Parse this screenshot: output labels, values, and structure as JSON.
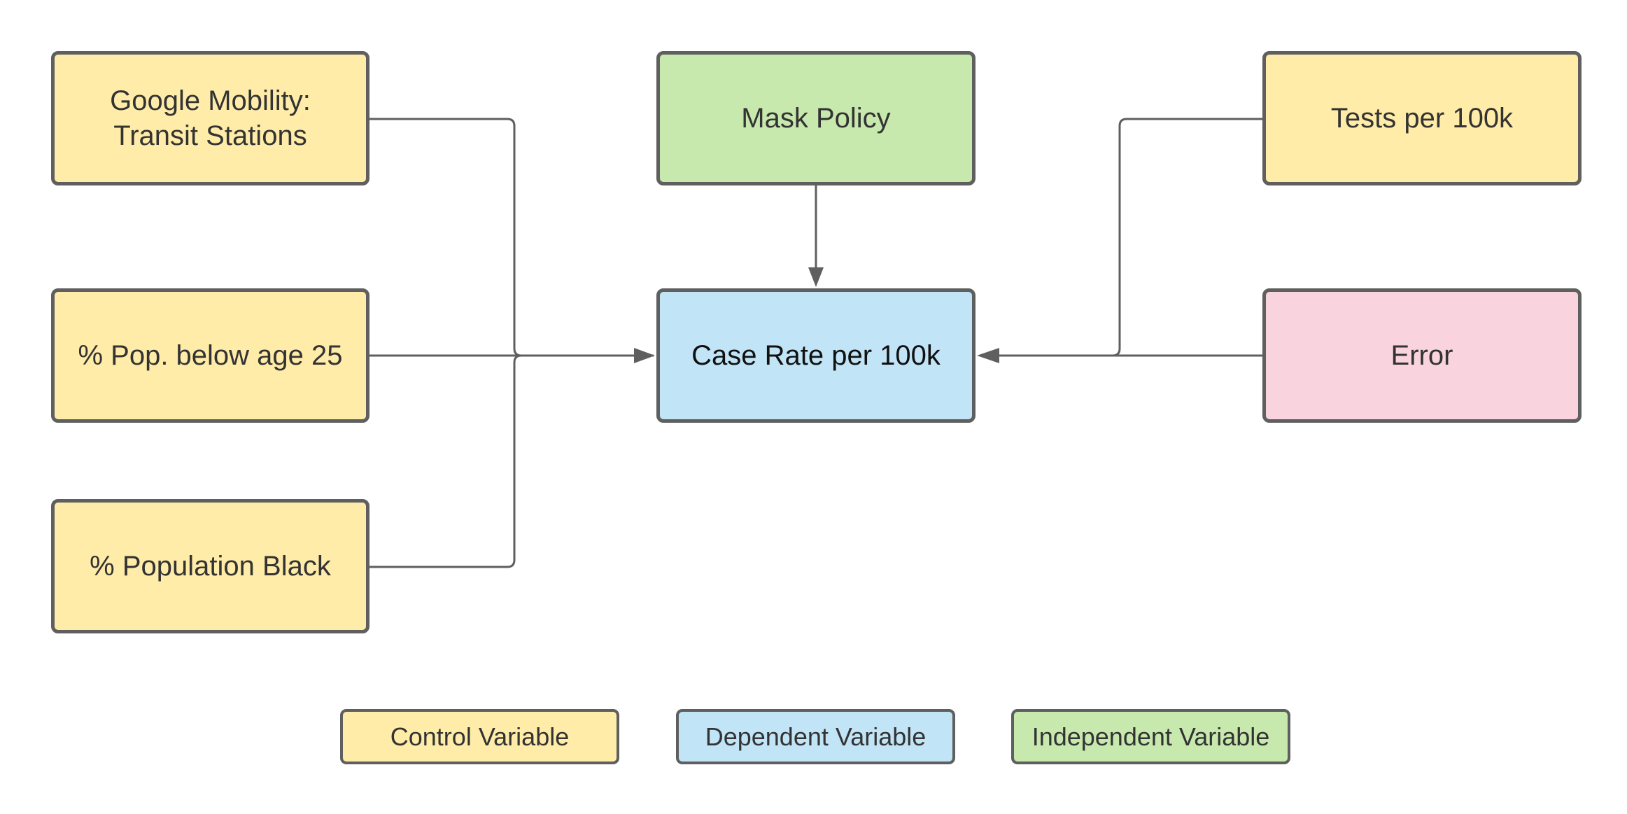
{
  "nodes": {
    "google_mobility": {
      "line1": "Google Mobility:",
      "line2": "Transit Stations"
    },
    "mask_policy": {
      "label": "Mask Policy"
    },
    "tests_per_100k": {
      "label": "Tests per 100k"
    },
    "pop_below_25": {
      "label": "% Pop. below age 25"
    },
    "case_rate": {
      "label": "Case Rate per 100k"
    },
    "error": {
      "label": "Error"
    },
    "pop_black": {
      "label": "% Population Black"
    }
  },
  "legend": {
    "control": "Control Variable",
    "dependent": "Dependent Variable",
    "independent": "Independent Variable"
  },
  "colors": {
    "control": "#ffeca8",
    "independent": "#c7e9ad",
    "dependent": "#c1e4f7",
    "error": "#f9d3de",
    "stroke": "#5f5f5f"
  }
}
